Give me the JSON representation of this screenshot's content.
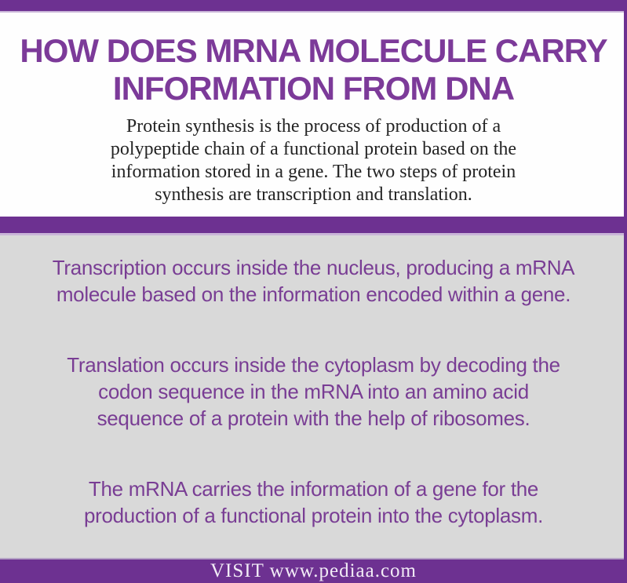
{
  "colors": {
    "accent_bar_purple": "#6d3191",
    "title_purple": "#7c3a99",
    "body_text_purple": "#793d94",
    "intro_text_dark": "#242424",
    "gray_background": "#d9d9d9",
    "lavender_divider": "#c9b5d8",
    "footer_text_white": "#f2ecf6"
  },
  "header": {
    "title_lines": [
      "HOW DOES MRNA MOLECULE CARRY",
      "INFORMATION FROM DNA"
    ]
  },
  "intro": {
    "lines": [
      "Protein synthesis is the process of production of a",
      "polypeptide chain of a functional protein based on the",
      "information stored in a gene. The two steps of protein",
      "synthesis are transcription and translation."
    ]
  },
  "body": {
    "paragraphs": [
      {
        "lines": [
          "Transcription occurs inside the nucleus, producing a mRNA",
          "molecule based on the information encoded within a gene."
        ]
      },
      {
        "lines": [
          "Translation occurs inside the cytoplasm by decoding the",
          "codon sequence in the mRNA into an amino acid",
          "sequence of a protein with the help of ribosomes."
        ]
      },
      {
        "lines": [
          "The mRNA carries the information of a gene for the",
          "production of a functional protein into the cytoplasm."
        ]
      }
    ]
  },
  "footer": {
    "text": "VISIT www.pediaa.com"
  }
}
